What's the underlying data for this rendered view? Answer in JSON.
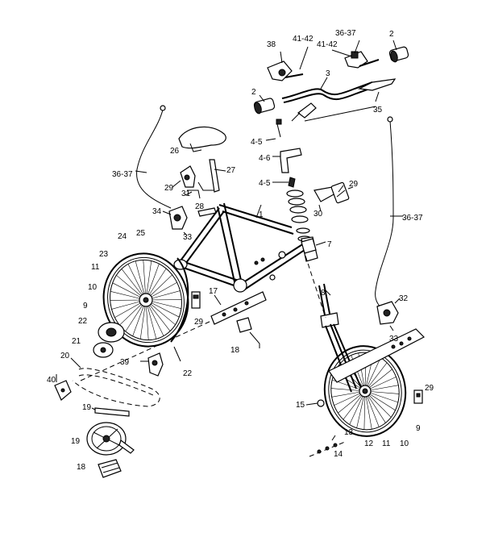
{
  "labels": {
    "l38": "38",
    "l4142a": "41-42",
    "l4142b": "41-42",
    "l3637a": "36-37",
    "l2a": "2",
    "l3": "3",
    "l2b": "2",
    "l35": "35",
    "l26": "26",
    "l3637b": "36-37",
    "l27": "27",
    "l29a": "29",
    "l31": "31",
    "l45a": "4-5",
    "l46": "4-6",
    "l45b": "4-5",
    "l29b": "29",
    "l30": "30",
    "l34": "34",
    "l28": "28",
    "l33a": "33",
    "l1": "1",
    "l7": "7",
    "l3637c": "36-37",
    "l24": "24",
    "l25": "25",
    "l23": "23",
    "l11a": "11",
    "l10a": "10",
    "l9a": "9",
    "l17": "17",
    "l29c": "29",
    "l8": "8",
    "l32": "32",
    "l22a": "22",
    "l21": "21",
    "l18a": "18",
    "l33b": "33",
    "l20": "20",
    "l39": "39",
    "l22b": "22",
    "l40": "40",
    "l29d": "29",
    "l15": "15",
    "l19a": "19",
    "l9b": "9",
    "l13": "13",
    "l12": "12",
    "l11b": "11",
    "l10b": "10",
    "l14": "14",
    "l19b": "19",
    "l18b": "18"
  }
}
